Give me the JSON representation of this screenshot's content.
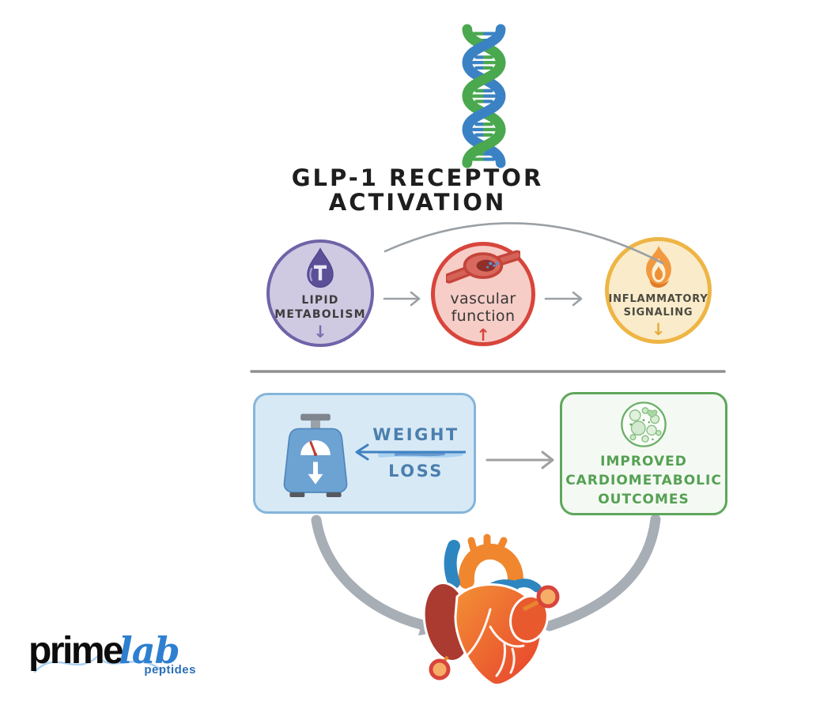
{
  "title": {
    "line1": "GLP-1 RECEPTOR",
    "line2": "ACTIVATION"
  },
  "pathway": {
    "circles": [
      {
        "name": "lipid-metabolism",
        "icon": "droplet-t-icon",
        "label_line1": "LIPID",
        "label_line2": "METABOLISM",
        "trend_arrow": "↓",
        "fill": "#cfc9e2",
        "border": "#6f63a8"
      },
      {
        "name": "vascular-function",
        "icon": "blood-vessel-icon",
        "label_line1": "vascular",
        "label_line2": "function",
        "trend_arrow": "↑",
        "fill": "#f7cdc7",
        "border": "#d8453c"
      },
      {
        "name": "inflammatory-signaling",
        "icon": "flame-icon",
        "label_line1": "INFLAMMATORY",
        "label_line2": "SIGNALING",
        "trend_arrow": "↓",
        "fill": "#faecca",
        "border": "#eeb545"
      }
    ]
  },
  "outcome_boxes": {
    "weight_loss": {
      "icon": "weighing-scale-icon",
      "line1": "WEIGHT",
      "line2": "LOSS",
      "fill": "#d8e9f6",
      "border": "#85b5da",
      "text_color": "#4a7fae"
    },
    "cardiometabolic": {
      "icon": "cells-icon",
      "line1": "IMPROVED",
      "line2": "CARDIOMETABOLIC",
      "line3": "OUTCOMES",
      "fill": "#f4faf3",
      "border": "#5ea75b",
      "text_color": "#55a053"
    }
  },
  "logo": {
    "word_black": "prime",
    "word_blue": "lab",
    "subtext": "peptides"
  },
  "icons": {
    "top_center": "dna-helix-icon",
    "bottom_center": "anatomical-heart-icon",
    "connectors": [
      "flow-arrow-right-1",
      "flow-arrow-right-2",
      "curved-pointer-line",
      "weight-loss-left-arrow",
      "boxes-flow-arrow",
      "thick-curved-arrow-left",
      "thick-curved-arrow-right"
    ]
  },
  "colors": {
    "connector_gray": "#9aa0a5",
    "thick_arrow_gray": "#a8aeb6",
    "divider_gray": "#8f8f8f",
    "dna_green": "#4aa84e",
    "dna_blue": "#3b82c4",
    "heart_orange": "#f39136",
    "heart_red": "#e7402c",
    "heart_blue": "#2e86c1",
    "logo_blue": "#2f7fd0",
    "weight_arrow_blue": "#3e82c2"
  }
}
